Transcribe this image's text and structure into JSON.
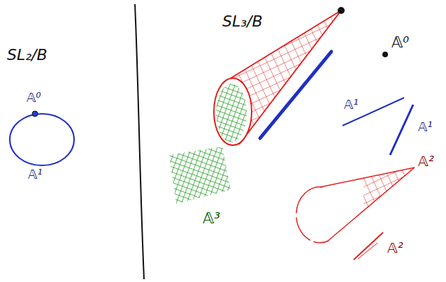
{
  "diagram": {
    "labels": [
      "SL₂/B",
      "𝔸⁰",
      "𝔸¹",
      "SL₃/B",
      "𝔸⁰",
      "𝔸¹",
      "𝔸¹",
      "𝔸³",
      "𝔸²",
      "𝔸²"
    ]
  }
}
